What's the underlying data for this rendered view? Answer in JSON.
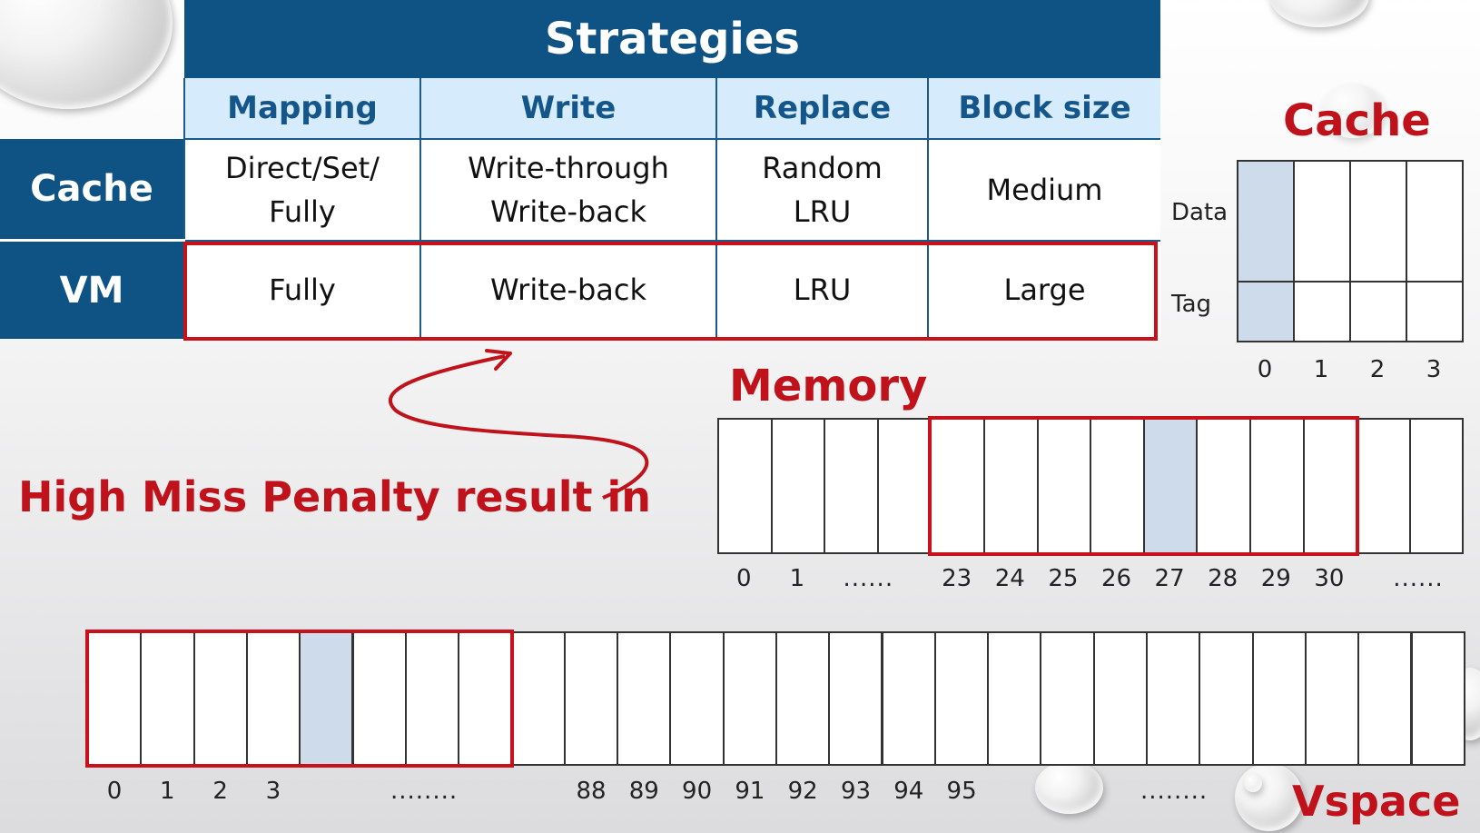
{
  "table": {
    "title": "Strategies",
    "headers": [
      "Mapping",
      "Write",
      "Replace",
      "Block size"
    ],
    "rows": [
      {
        "label": "Cache",
        "cells": [
          [
            "Direct/Set/",
            "Fully"
          ],
          [
            "Write-through",
            "Write-back"
          ],
          [
            "Random",
            "LRU"
          ],
          [
            "Medium"
          ]
        ]
      },
      {
        "label": "VM",
        "cells": [
          [
            "Fully"
          ],
          [
            "Write-back"
          ],
          [
            "LRU"
          ],
          [
            "Large"
          ]
        ]
      }
    ]
  },
  "annotation": {
    "text": "High Miss Penalty result in"
  },
  "cache_diagram": {
    "title": "Cache",
    "row_labels": [
      "Data",
      "Tag"
    ],
    "indices": [
      "0",
      "1",
      "2",
      "3"
    ],
    "highlight_index": 0
  },
  "memory_diagram": {
    "title": "Memory",
    "labels": [
      "0",
      "1",
      "......",
      "23",
      "24",
      "25",
      "26",
      "27",
      "28",
      "29",
      "30",
      "......"
    ],
    "block_count": 14,
    "highlight_block": 8,
    "group_start": 4,
    "group_end": 11
  },
  "vspace_diagram": {
    "title": "Vspace",
    "labels_left": [
      "0",
      "1",
      "2",
      "3"
    ],
    "ellipsis_left": "........",
    "labels_mid": [
      "88",
      "89",
      "90",
      "91",
      "92",
      "93",
      "94",
      "95"
    ],
    "ellipsis_right": "........",
    "block_count": 26,
    "highlight_block": 4,
    "group_start": 0,
    "group_end": 7
  },
  "colors": {
    "navy": "#0f5384",
    "header_bg": "#d6ebfb",
    "red": "#c8111b",
    "highlight": "#cddbea"
  }
}
